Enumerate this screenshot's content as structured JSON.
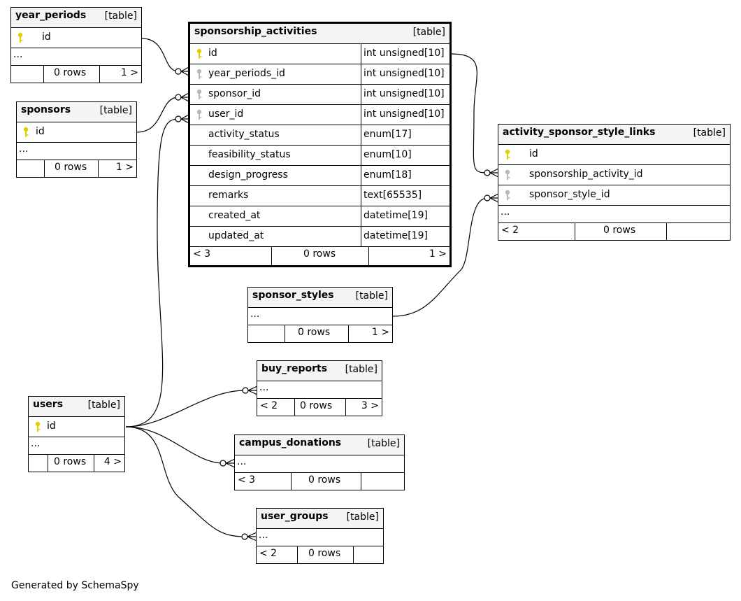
{
  "tables": {
    "year_periods": {
      "name": "year_periods",
      "kind": "[table]",
      "columns": [
        "id"
      ],
      "more": "...",
      "footer": {
        "left": "",
        "rows": "0 rows",
        "right": "1 >"
      }
    },
    "sponsors": {
      "name": "sponsors",
      "kind": "[table]",
      "columns": [
        "id"
      ],
      "more": "...",
      "footer": {
        "left": "",
        "rows": "0 rows",
        "right": "1 >"
      }
    },
    "sponsorship_activities": {
      "name": "sponsorship_activities",
      "kind": "[table]",
      "columns": [
        {
          "name": "id",
          "type": "int unsigned[10]"
        },
        {
          "name": "year_periods_id",
          "type": "int unsigned[10]"
        },
        {
          "name": "sponsor_id",
          "type": "int unsigned[10]"
        },
        {
          "name": "user_id",
          "type": "int unsigned[10]"
        },
        {
          "name": "activity_status",
          "type": "enum[17]"
        },
        {
          "name": "feasibility_status",
          "type": "enum[10]"
        },
        {
          "name": "design_progress",
          "type": "enum[18]"
        },
        {
          "name": "remarks",
          "type": "text[65535]"
        },
        {
          "name": "created_at",
          "type": "datetime[19]"
        },
        {
          "name": "updated_at",
          "type": "datetime[19]"
        }
      ],
      "footer": {
        "left": "< 3",
        "rows": "0 rows",
        "right": "1 >"
      }
    },
    "activity_sponsor_style_links": {
      "name": "activity_sponsor_style_links",
      "kind": "[table]",
      "columns": [
        "id",
        "sponsorship_activity_id",
        "sponsor_style_id"
      ],
      "more": "...",
      "footer": {
        "left": "< 2",
        "rows": "0 rows",
        "right": ""
      }
    },
    "sponsor_styles": {
      "name": "sponsor_styles",
      "kind": "[table]",
      "more": "...",
      "footer": {
        "left": "",
        "rows": "0 rows",
        "right": "1 >"
      }
    },
    "buy_reports": {
      "name": "buy_reports",
      "kind": "[table]",
      "more": "...",
      "footer": {
        "left": "< 2",
        "rows": "0 rows",
        "right": "3 >"
      }
    },
    "users": {
      "name": "users",
      "kind": "[table]",
      "columns": [
        "id"
      ],
      "more": "...",
      "footer": {
        "left": "",
        "rows": "0 rows",
        "right": "4 >"
      }
    },
    "campus_donations": {
      "name": "campus_donations",
      "kind": "[table]",
      "more": "...",
      "footer": {
        "left": "< 3",
        "rows": "0 rows",
        "right": ""
      }
    },
    "user_groups": {
      "name": "user_groups",
      "kind": "[table]",
      "more": "...",
      "footer": {
        "left": "< 2",
        "rows": "0 rows",
        "right": ""
      }
    }
  },
  "colors": {
    "primary_key": "#e0d000",
    "foreign_key": "#b8b8b8",
    "header_bg": "#f4f4f4"
  },
  "footer_text": "Generated by SchemaSpy"
}
